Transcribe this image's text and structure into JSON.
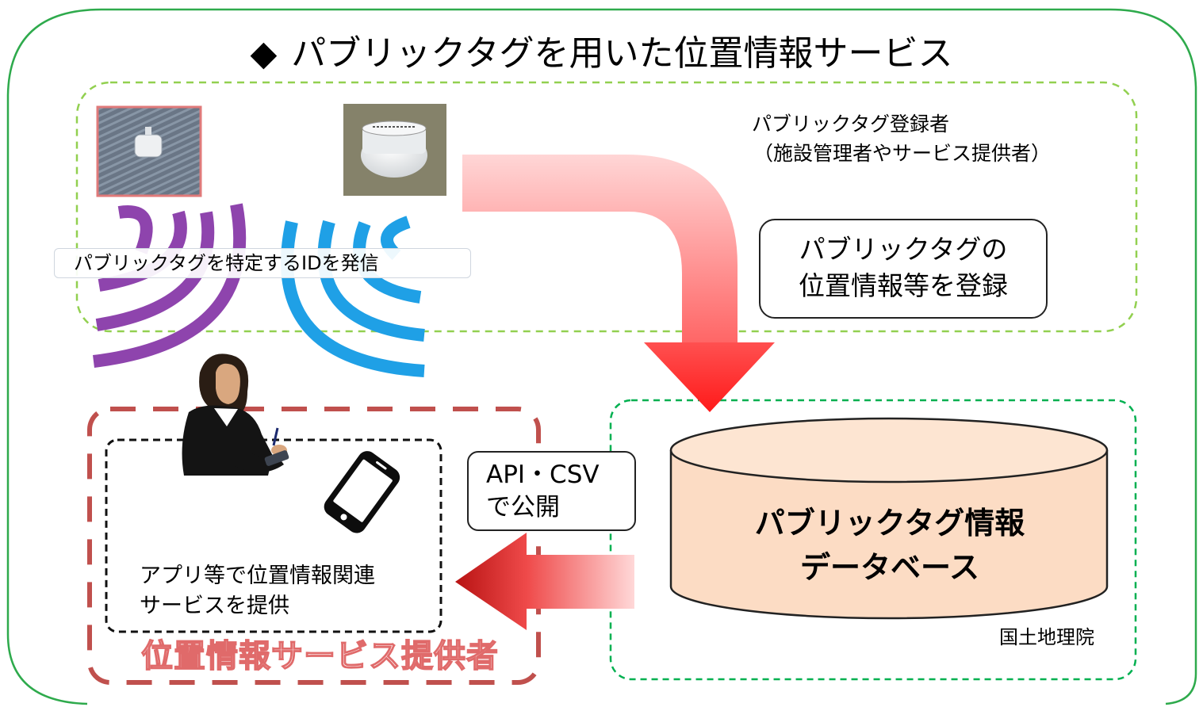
{
  "title": "パブリックタグを用いた位置情報サービス",
  "title_marker": "◆",
  "registrant": {
    "line1": "パブリックタグ登録者",
    "line2": "（施設管理者やサービス提供者）"
  },
  "register_box": {
    "line1": "パブリックタグの",
    "line2": "位置情報等を登録"
  },
  "id_label": "パブリックタグを特定するIDを発信",
  "api_box": {
    "line1": "API・CSV",
    "line2": "で公開"
  },
  "app_text": {
    "line1": "アプリ等で位置情報関連",
    "line2": "サービスを提供"
  },
  "database": {
    "line1": "パブリックタグ情報",
    "line2": "データベース"
  },
  "gsi_label": "国土地理院",
  "provider_label": "位置情報サービス提供者",
  "colors": {
    "outer_border": "#2eaa4c",
    "tag_region_border": "#92d050",
    "db_region_border": "#00b050",
    "provider_region_border": "#c0504d",
    "arrow_red": "#ff1a1a",
    "db_fill": "#fcdcc4",
    "wave_purple": "#8e44ad",
    "wave_blue": "#1fa0e6"
  },
  "icons": [
    "beacon-photo-1",
    "beacon-photo-2",
    "signal-waves-icon",
    "person-with-phone-icon",
    "smartphone-icon",
    "database-cylinder-icon"
  ]
}
